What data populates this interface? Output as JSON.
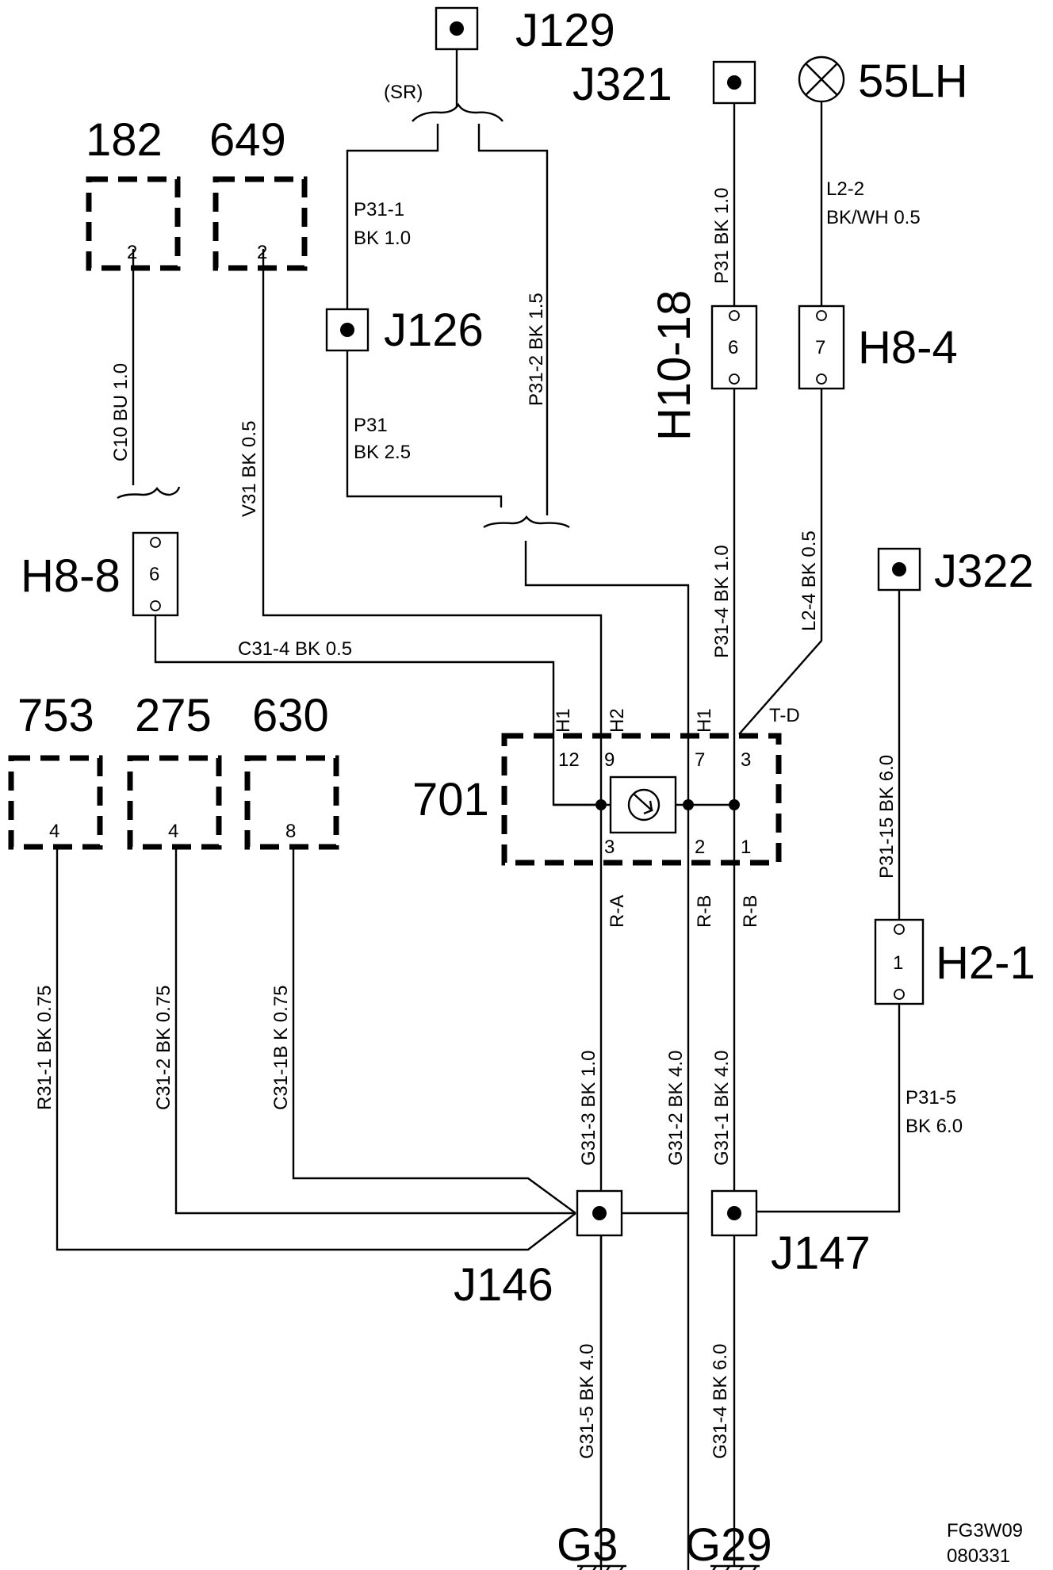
{
  "components": {
    "c182": "182",
    "c649": "649",
    "c753": "753",
    "c275": "275",
    "c630": "630",
    "c701": "701",
    "lamp": "55LH"
  },
  "pins": {
    "c182": "2",
    "c649": "2",
    "c753": "4",
    "c275": "4",
    "c630": "8",
    "h8_8": "6",
    "h10_18": "6",
    "h8_4": "7",
    "h2_1": "1",
    "m701": [
      "12",
      "9",
      "7",
      "3",
      "3",
      "2",
      "1"
    ]
  },
  "splices": {
    "j129": "J129",
    "j321": "J321",
    "j126": "J126",
    "j322": "J322",
    "j146": "J146",
    "j147": "J147"
  },
  "connectors": {
    "h8_8": "H8-8",
    "h10_18": "H10-18",
    "h8_4": "H8-4",
    "h2_1": "H2-1"
  },
  "grounds": {
    "g3": "G3",
    "g29": "G29"
  },
  "module_terminals": {
    "h1a": "H1",
    "h2": "H2",
    "h1b": "H1",
    "td": "T-D",
    "ra": "R-A",
    "rb1": "R-B",
    "rb2": "R-B"
  },
  "sr_label": "(SR)",
  "wires": {
    "c10": "C10  BU  1.0",
    "v31": "V31  BK   0.5",
    "p31_1_line1": "P31-1",
    "p31_1_line2": "BK 1.0",
    "p31_2": "P31-2  BK   1.5",
    "p31_line1": "P31",
    "p31_line2": "BK 2.5",
    "p31_top": "P31  BK  1.0",
    "l2_2_line1": "L2-2",
    "l2_2_line2": "BK/WH  0.5",
    "p31_4": "P31-4     BK  1.0",
    "l2_4": "L2-4  BK  0.5",
    "c31_4": "C31-4      BK     0.5",
    "p31_15": "P31-15     BK  6.0",
    "r31_1": "R31-1  BK  0.75",
    "c31_2": "C31-2      BK  0.75",
    "c31_1b": "C31-1B      K  0.75",
    "g31_3": "G31-3     BK  1.0",
    "g31_2": "G31-2     BK  4.0",
    "g31_1": "G31-1     BK  4.0",
    "p31_5_line1": "P31-5",
    "p31_5_line2": "BK  6.0",
    "g31_5": "G31-5  BK    4.0",
    "g31_4": "G31-4  BK  6.0"
  },
  "figure_code": {
    "line1": "FG3W09",
    "line2": "080331"
  }
}
